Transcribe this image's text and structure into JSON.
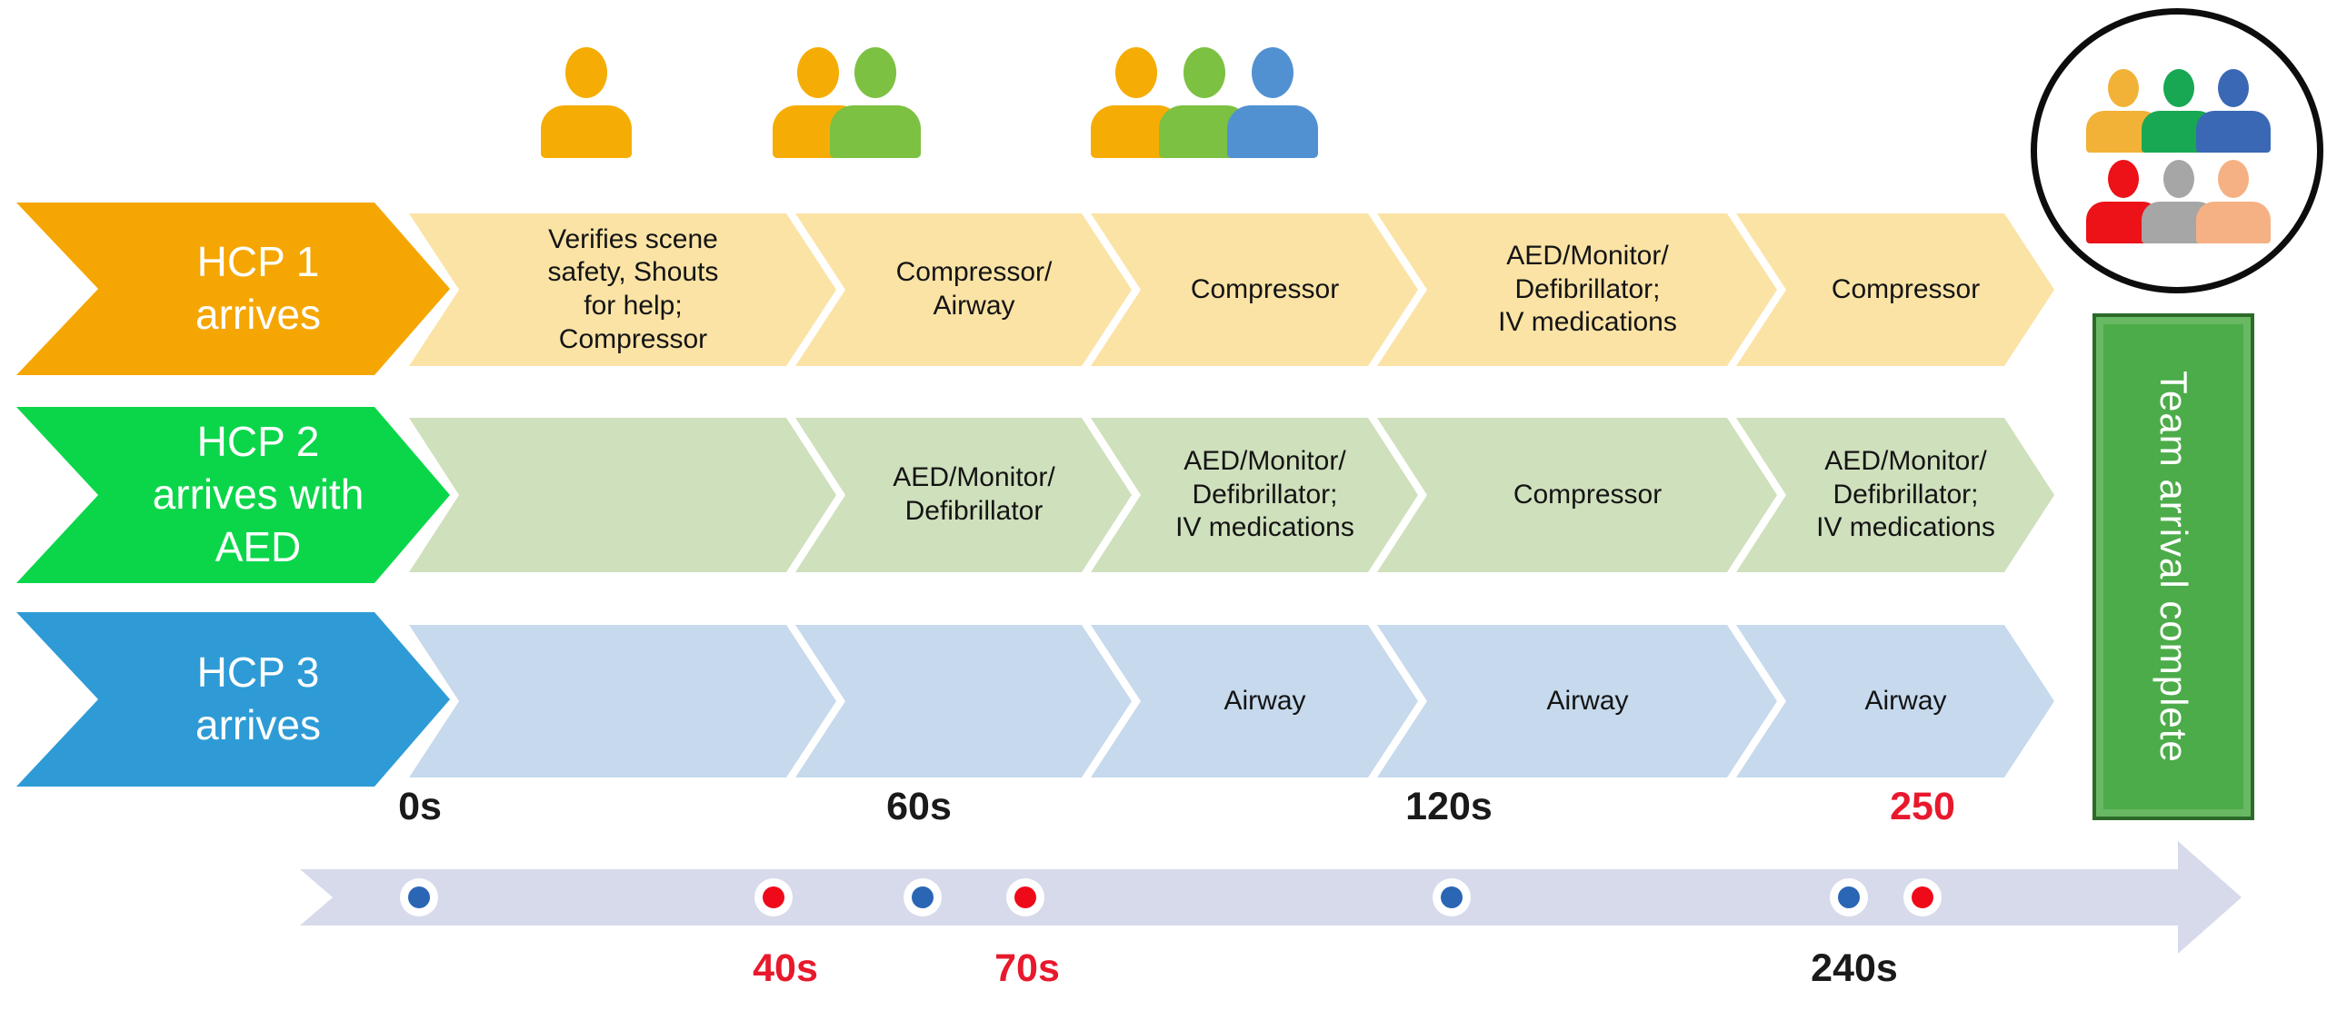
{
  "colors": {
    "hcp1_solid": "#F5A602",
    "hcp1_light": "#FAE3A5",
    "hcp2_solid": "#0BD64A",
    "hcp2_light": "#CFE0BC",
    "hcp3_solid": "#2E9BD6",
    "hcp3_light": "#C6D9ED",
    "timeline_band": "#D7DAEB",
    "dot_blue": "#2B66B5",
    "dot_red": "#EF0A1A",
    "time_label_black": "#1A1A1A",
    "time_label_red": "#E8192C",
    "banner_green": "#4CAC49"
  },
  "rescuer_groups": [
    {
      "icon": "one-rescuer-icon",
      "members": [
        "orange"
      ]
    },
    {
      "icon": "two-rescuers-icon",
      "members": [
        "orange",
        "green"
      ]
    },
    {
      "icon": "three-rescuers-icon",
      "members": [
        "orange",
        "green",
        "blue"
      ]
    }
  ],
  "team_circle": {
    "icon": "six-rescuers-circle-icon",
    "members": [
      "orange",
      "green",
      "blue",
      "red",
      "gray",
      "peach"
    ]
  },
  "rows": [
    {
      "arrow_label": "HCP 1\narrives",
      "segments": [
        "Verifies scene\nsafety, Shouts\nfor help;\nCompressor",
        "Compressor/\nAirway",
        "Compressor",
        "AED/Monitor/\nDefibrillator;\nIV medications",
        "Compressor"
      ]
    },
    {
      "arrow_label": "HCP 2\narrives with\nAED",
      "segments": [
        "",
        "AED/Monitor/\nDefibrillator",
        "AED/Monitor/\nDefibrillator;\nIV medications",
        "Compressor",
        "AED/Monitor/\nDefibrillator;\nIV medications"
      ]
    },
    {
      "arrow_label": "HCP 3\narrives",
      "segments": [
        "",
        "",
        "Airway",
        "Airway",
        "Airway"
      ]
    }
  ],
  "banner": {
    "label": "Team arrival complete"
  },
  "timeline": {
    "above_labels": [
      {
        "text": "0s",
        "style": "black"
      },
      {
        "text": "60s",
        "style": "black"
      },
      {
        "text": "120s",
        "style": "black"
      },
      {
        "text": "250",
        "style": "red"
      }
    ],
    "below_labels": [
      {
        "text": "40s",
        "style": "red"
      },
      {
        "text": "70s",
        "style": "red"
      },
      {
        "text": "240s",
        "style": "black"
      }
    ],
    "dots": [
      "blue",
      "red",
      "blue",
      "red",
      "blue",
      "blue",
      "red"
    ]
  }
}
